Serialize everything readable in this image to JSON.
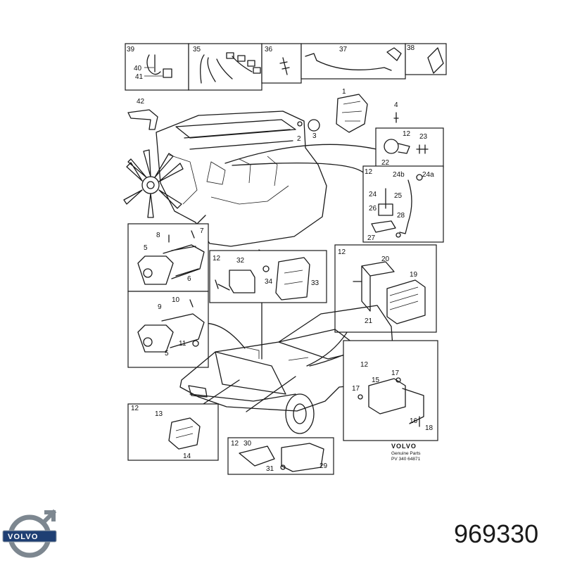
{
  "callouts": {
    "c1": "1",
    "c2": "2",
    "c3": "3",
    "c4": "4",
    "c5a": "5",
    "c5b": "5",
    "c6": "6",
    "c7": "7",
    "c8": "8",
    "c9": "9",
    "c10": "10",
    "c11": "11",
    "c12a": "12",
    "c12b": "12",
    "c12c": "12",
    "c12d": "12",
    "c12e": "12",
    "c12f": "12",
    "c12g": "12",
    "c13": "13",
    "c14": "14",
    "c15": "15",
    "c16": "16",
    "c17a": "17",
    "c17b": "17",
    "c18": "18",
    "c19": "19",
    "c20": "20",
    "c21": "21",
    "c22": "22",
    "c23": "23",
    "c24": "24",
    "c24a": "24a",
    "c24b": "24b",
    "c25": "25",
    "c26": "26",
    "c27": "27",
    "c28": "28",
    "c29": "29",
    "c30": "30",
    "c31": "31",
    "c32": "32",
    "c33": "33",
    "c34": "34",
    "c35": "35",
    "c36": "36",
    "c37": "37",
    "c38": "38",
    "c39": "39",
    "c40": "40",
    "c41": "41",
    "c42": "42"
  },
  "stamp": {
    "brand": "VOLVO",
    "line1": "Genuine Parts",
    "line2": "PV 340 64871"
  },
  "logo": {
    "brand": "VOLVO"
  },
  "part_number": "969330"
}
